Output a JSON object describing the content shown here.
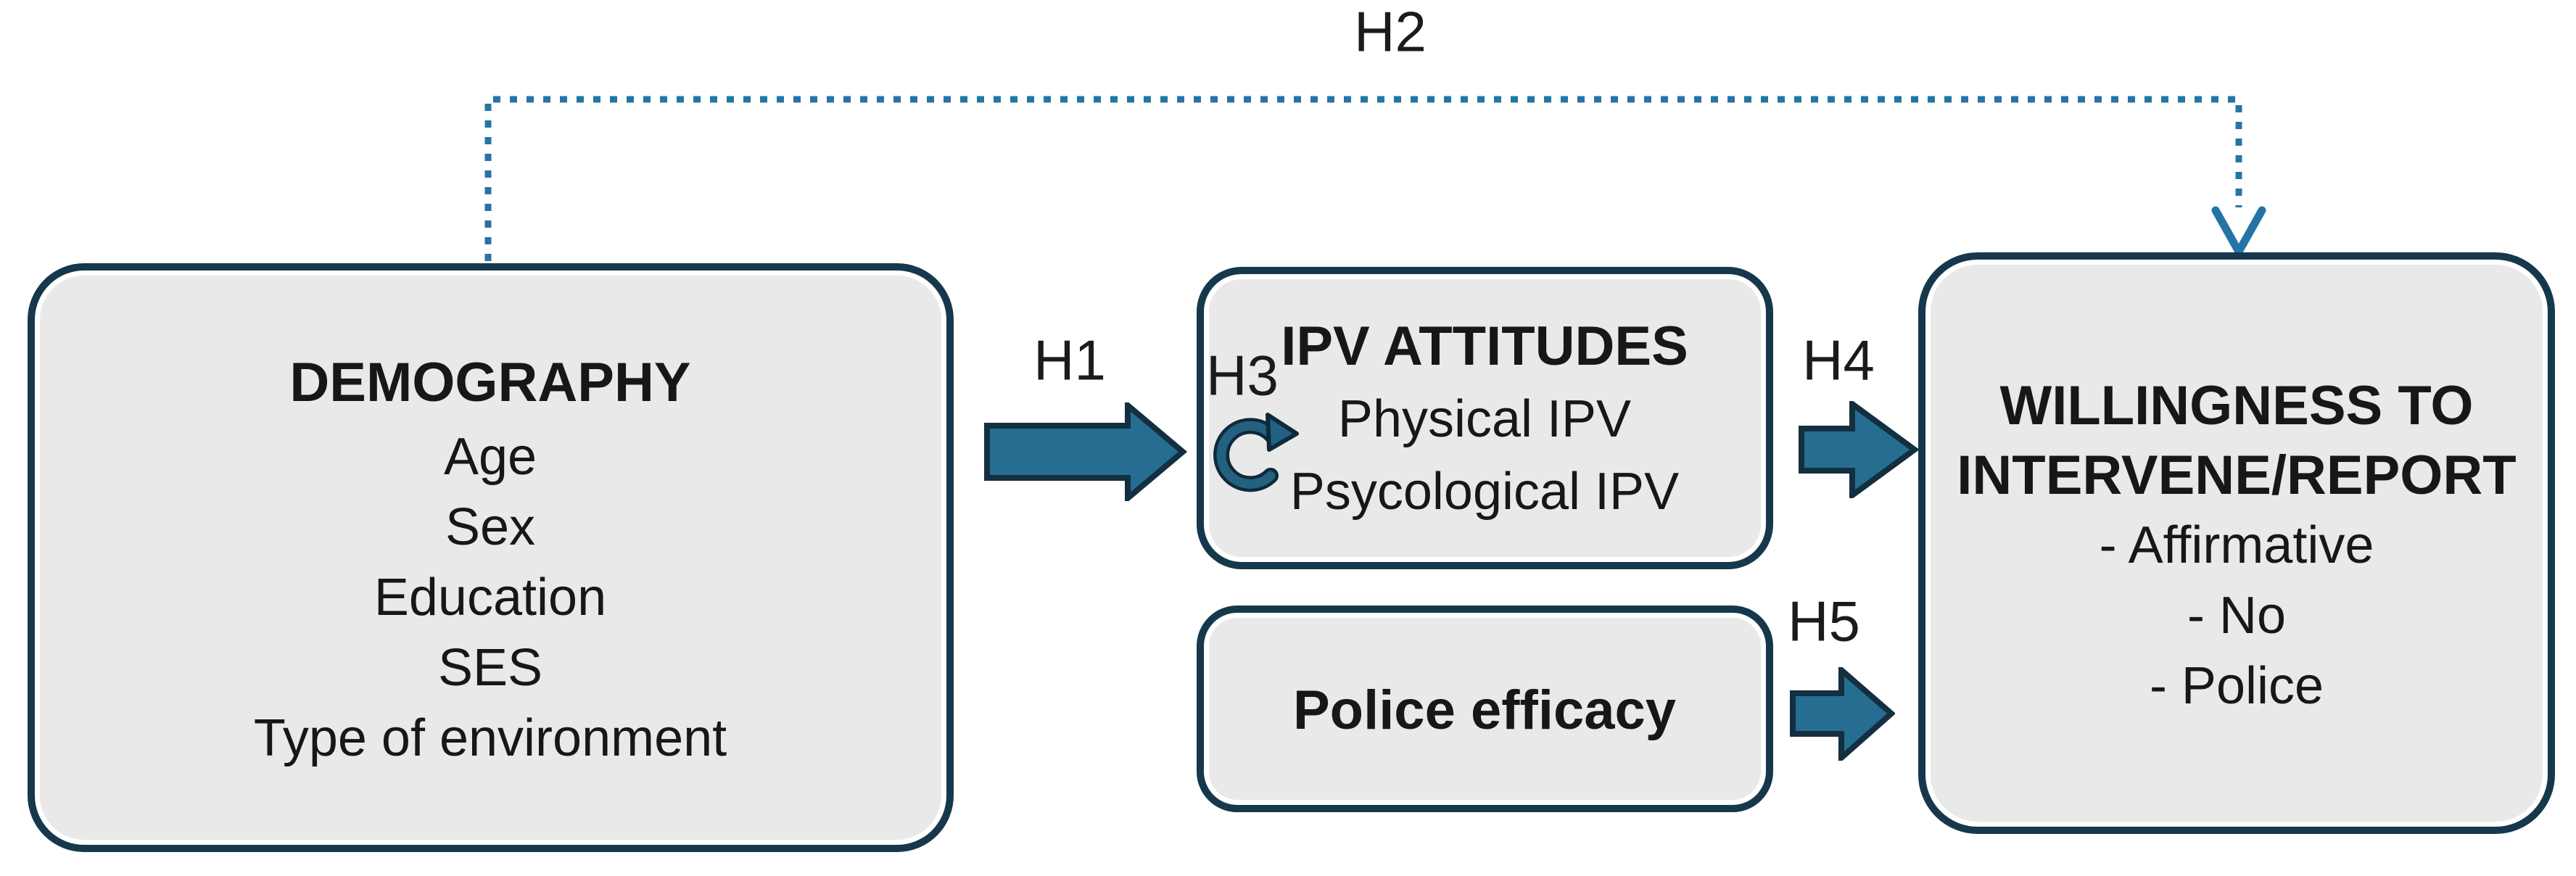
{
  "diagram": {
    "boxes": {
      "demography": {
        "title": "DEMOGRAPHY",
        "items": [
          "Age",
          "Sex",
          "Education",
          "SES",
          "Type of environment"
        ]
      },
      "ipv_attitudes": {
        "title": "IPV ATTITUDES",
        "items": [
          "Physical IPV",
          "Psycological IPV"
        ]
      },
      "police_efficacy": {
        "title": "Police efficacy"
      },
      "willingness": {
        "title_line1": "WILLINGNESS TO",
        "title_line2": "INTERVENE/REPORT",
        "items": [
          "- Affirmative",
          "- No",
          "- Police"
        ]
      }
    },
    "labels": {
      "h1": "H1",
      "h2": "H2",
      "h3": "H3",
      "h4": "H4",
      "h5": "H5"
    },
    "colors": {
      "box_fill": "#e9e9e9",
      "box_border": "#16384d",
      "arrow_fill": "#256e91",
      "arrow_outline": "#132f40",
      "curved_arrow": "#226180",
      "curved_arrow_outline": "#10293a",
      "dotted_line": "#2475a6",
      "text": "#171717"
    },
    "icons": {
      "h1_arrow": "right-block-arrow",
      "h4_arrow": "right-block-arrow",
      "h5_arrow": "right-block-arrow",
      "h3_arrow": "curved-cycle-arrow",
      "h2_path": "dashed-elbow-arrow-down"
    }
  }
}
